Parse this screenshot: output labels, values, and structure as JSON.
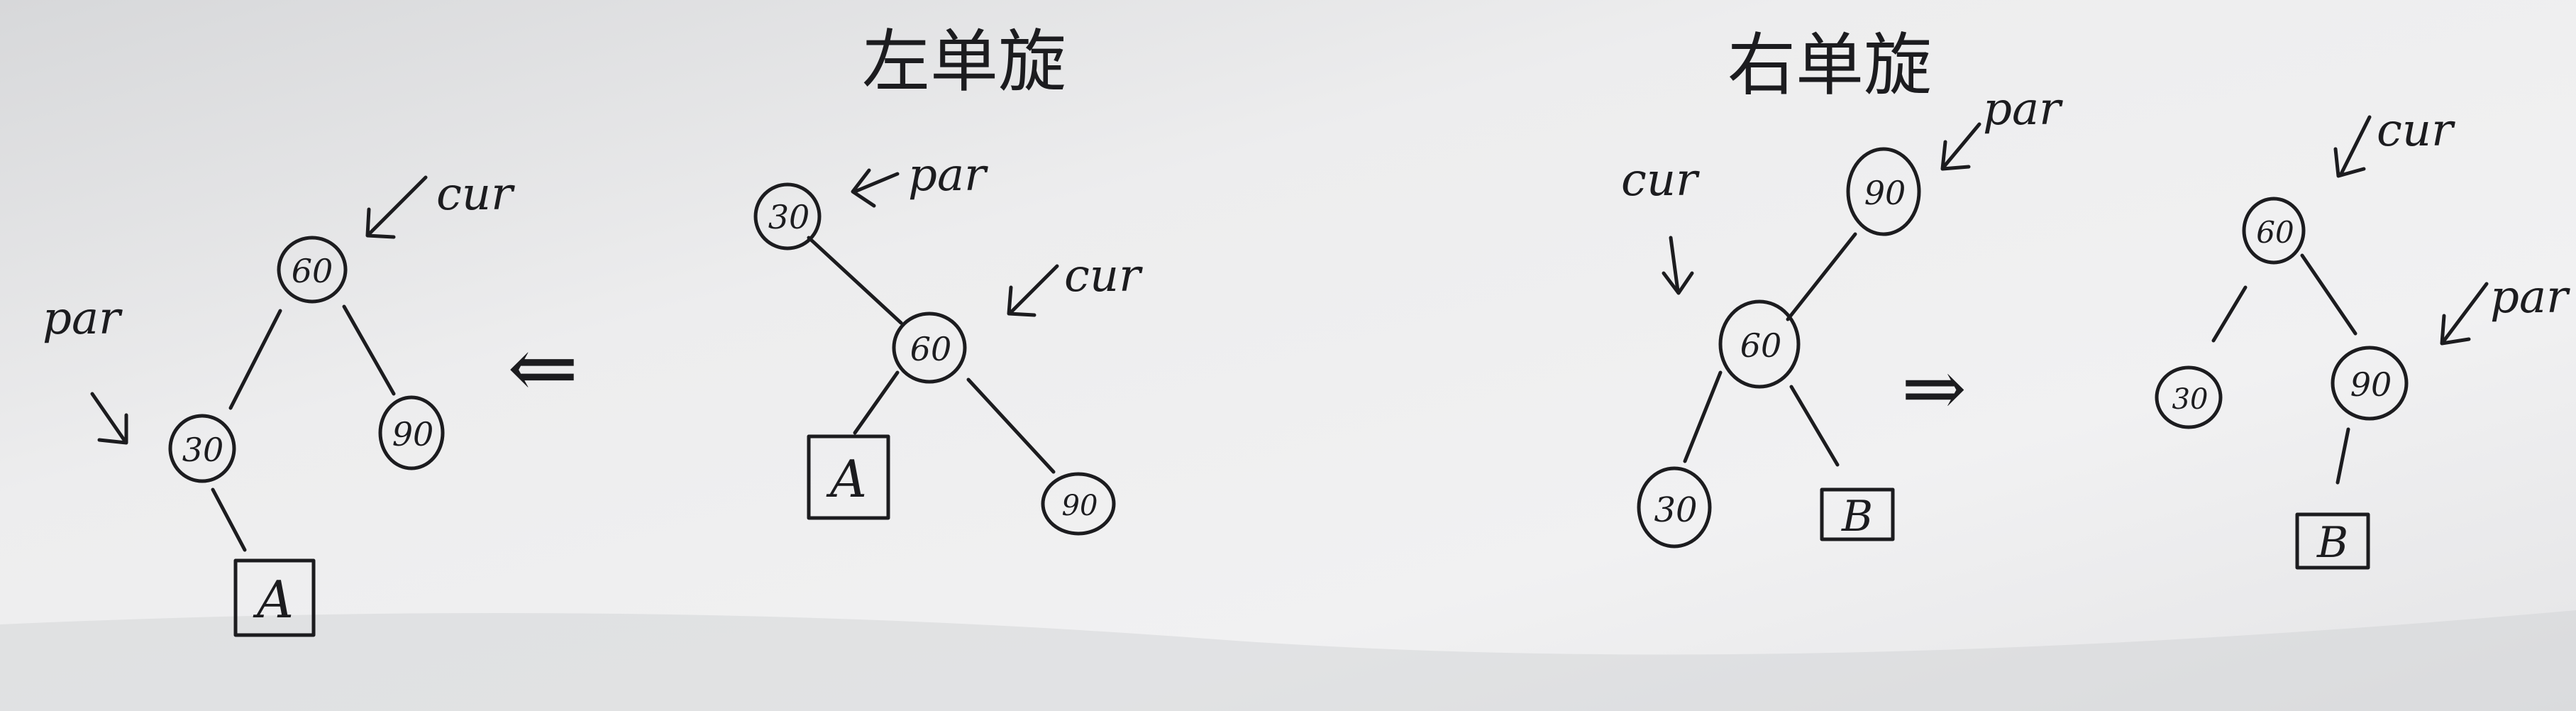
{
  "titles": {
    "left_rotation": "左单旋",
    "right_rotation": "右单旋"
  },
  "left_rotation": {
    "after": {
      "pointers": {
        "cur": "cur",
        "par": "par"
      },
      "nodes": {
        "root": "60",
        "left": "30",
        "right": "90"
      },
      "subtree": "A"
    },
    "arrow": "⇐",
    "before": {
      "pointers": {
        "par": "par",
        "cur": "cur"
      },
      "nodes": {
        "root": "30",
        "right": "60",
        "right_right": "90"
      },
      "subtree": "A"
    }
  },
  "right_rotation": {
    "before": {
      "pointers": {
        "cur": "cur",
        "par": "par"
      },
      "nodes": {
        "root": "90",
        "left": "60",
        "left_left": "30"
      },
      "subtree": "B"
    },
    "arrow": "⇒",
    "after": {
      "pointers": {
        "cur": "cur",
        "par": "par"
      },
      "nodes": {
        "root": "60",
        "left": "30",
        "right": "90"
      },
      "subtree": "B"
    }
  }
}
